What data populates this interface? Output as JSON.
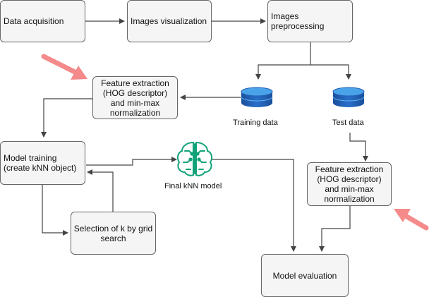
{
  "nodes": {
    "data_acquisition": "Data acquisition",
    "images_visualization": "Images visualization",
    "images_preprocessing": "Images preprocessing",
    "feature_extraction_train": "Feature extraction (HOG descriptor) and min-max normalization",
    "training_data": "Training data",
    "test_data": "Test data",
    "model_training": "Model training (create kNN object)",
    "final_knn_model": "Final kNN model",
    "feature_extraction_test": "Feature extraction (HOG descriptor) and min-max normalization",
    "selection_k": "Selection of k by grid search",
    "model_evaluation": "Model evaluation"
  },
  "colors": {
    "box_fill": "#f5f5f5",
    "box_border": "#666666",
    "edge": "#444444",
    "database": "#1f5fb5",
    "database_top": "#4aa3e8",
    "brain_icon": "#12a27a",
    "highlight_arrow": "#f48a8a"
  },
  "icons": [
    "database-icon",
    "brain-network-icon",
    "highlight-arrow-icon"
  ]
}
